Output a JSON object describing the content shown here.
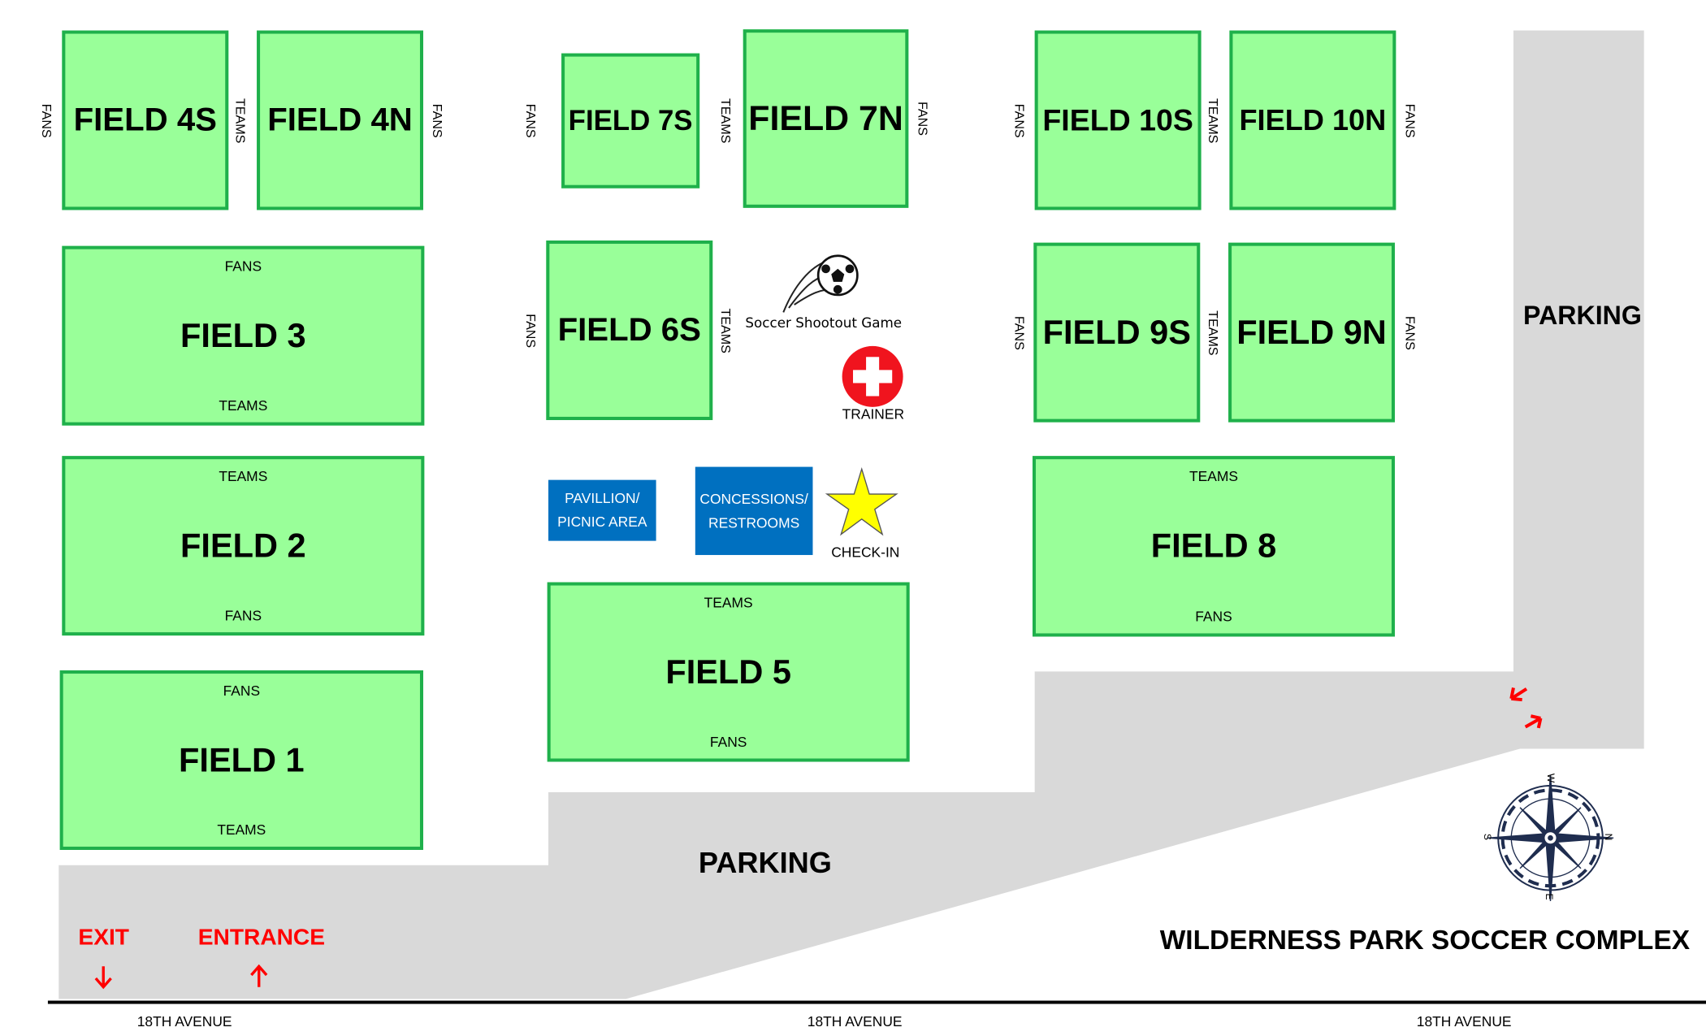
{
  "title": "WILDERNESS PARK SOCCER COMPLEX",
  "fields": [
    {
      "id": "4s",
      "name": "FIELD 4S"
    },
    {
      "id": "4n",
      "name": "FIELD 4N"
    },
    {
      "id": "7s",
      "name": "FIELD 7S"
    },
    {
      "id": "7n",
      "name": "FIELD 7N"
    },
    {
      "id": "10s",
      "name": "FIELD 10S"
    },
    {
      "id": "10n",
      "name": "FIELD 10N"
    },
    {
      "id": "3",
      "name": "FIELD 3",
      "top": "FANS",
      "bottom": "TEAMS"
    },
    {
      "id": "6s",
      "name": "FIELD 6S"
    },
    {
      "id": "9s",
      "name": "FIELD 9S"
    },
    {
      "id": "9n",
      "name": "FIELD 9N"
    },
    {
      "id": "2",
      "name": "FIELD 2",
      "top": "TEAMS",
      "bottom": "FANS"
    },
    {
      "id": "8",
      "name": "FIELD 8",
      "top": "TEAMS",
      "bottom": "FANS"
    },
    {
      "id": "5",
      "name": "FIELD 5",
      "top": "TEAMS",
      "bottom": "FANS"
    },
    {
      "id": "1",
      "name": "FIELD 1",
      "top": "FANS",
      "bottom": "TEAMS"
    }
  ],
  "side_labels": {
    "fans": "FANS",
    "teams": "TEAMS"
  },
  "buildings": {
    "pavilion": "PAVILLION/ PICNIC AREA",
    "concessions": "CONCESSIONS/ RESTROOMS"
  },
  "amenities": {
    "shootout": "Soccer Shootout Game",
    "trainer": "TRAINER",
    "checkin": "CHECK-IN"
  },
  "parking": {
    "main": "PARKING",
    "side": "PARKING"
  },
  "exit": "EXIT",
  "entrance": "ENTRANCE",
  "streets": [
    "18TH AVENUE",
    "18TH AVENUE",
    "18TH AVENUE"
  ],
  "compass": {
    "n": "N",
    "s": "S",
    "e": "E",
    "w": "W"
  },
  "colors": {
    "field": "#99ff99",
    "field_border": "#1fb04b",
    "parking": "#d9d9d9",
    "building": "#0070c0",
    "arrow": "#ff0000"
  }
}
